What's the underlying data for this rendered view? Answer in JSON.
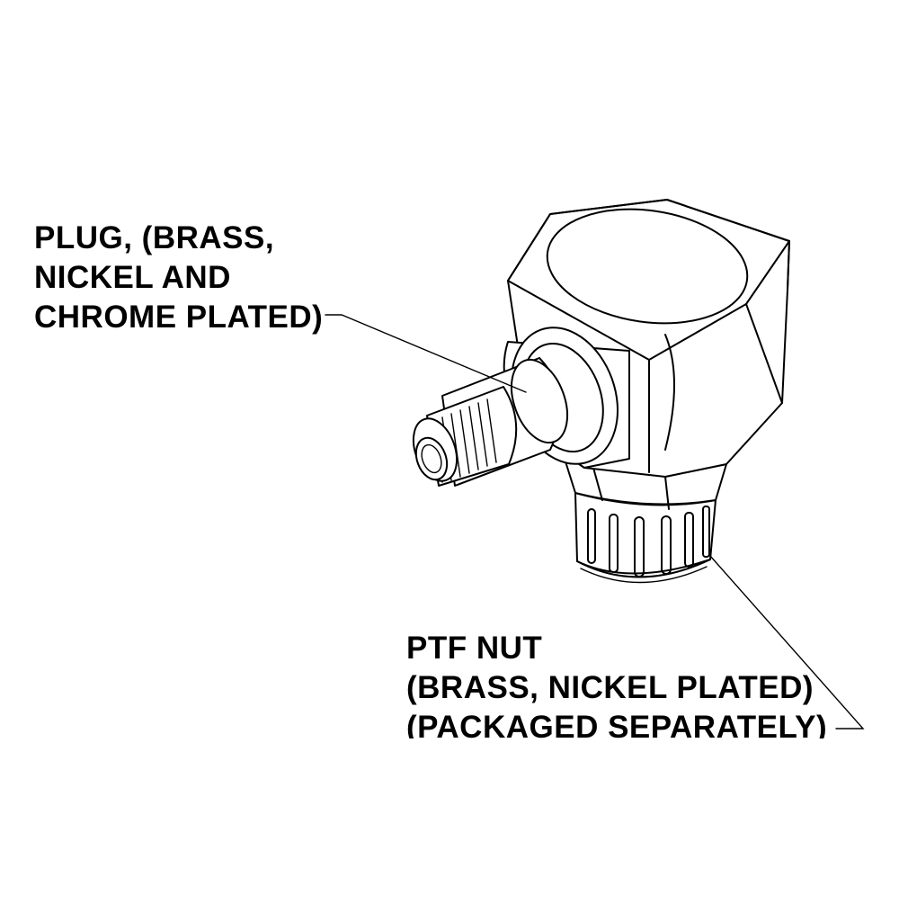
{
  "drawing": {
    "parts": {
      "plug": {
        "label_lines": [
          "PLUG, (BRASS,",
          "NICKEL AND",
          "CHROME PLATED)"
        ]
      },
      "ptf_nut": {
        "label_lines": [
          "PTF NUT",
          "(BRASS, NICKEL PLATED)",
          "(PACKAGED SEPARATELY)"
        ]
      }
    },
    "colors": {
      "ink": "#000000",
      "paper": "#ffffff"
    }
  }
}
